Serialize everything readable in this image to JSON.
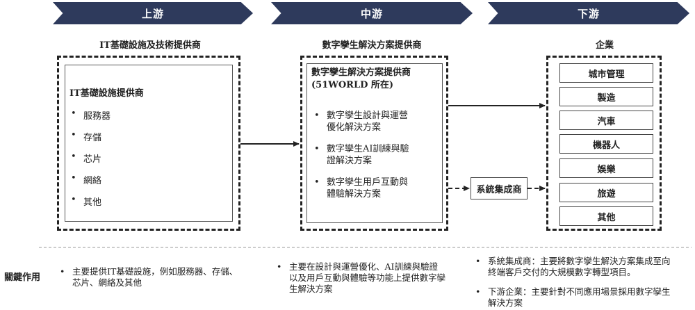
{
  "stages": {
    "upstream": "上游",
    "midstream": "中游",
    "downstream": "下游"
  },
  "column_titles": {
    "upstream": "IT基礎設施及技術提供商",
    "midstream": "數字孿生解決方案提供商",
    "downstream": "企業"
  },
  "upstream_box": {
    "title": "IT基礎設施提供商",
    "items": [
      "服務器",
      "存儲",
      "芯片",
      "網絡",
      "其他"
    ]
  },
  "midstream_box": {
    "title_line1": "數字孿生解決方案提供商",
    "title_line2": "(51WORLD 所在)",
    "items": [
      [
        "數字孿生設計與運營",
        "優化解決方案"
      ],
      [
        "數字孿生AI訓練與驗",
        "證解決方案"
      ],
      [
        "數字孿生用戶互動與",
        "體驗解決方案"
      ]
    ]
  },
  "system_integrator": "系統集成商",
  "enterprises": [
    "城市管理",
    "製造",
    "汽車",
    "機器人",
    "娛樂",
    "旅遊",
    "其他"
  ],
  "key_role": {
    "label": "關鍵作用",
    "upstream": [
      "主要提供IT基礎設施，例如服務器、存儲、",
      "芯片、網絡及其他"
    ],
    "midstream": [
      "主要在設計與運營優化、AI訓練與驗證",
      "以及用戶互動與體驗等功能上提供數字孿",
      "生解決方案"
    ],
    "downstream_1": [
      "系統集成商：主要將數字孿生解決方案集成至向",
      "終端客戶交付的大規模數字轉型項目。"
    ],
    "downstream_2": [
      "下游企業：主要針對不同應用場景採用數字孿生",
      "解決方案"
    ]
  },
  "colors": {
    "banner": "#2e3a5c",
    "arrow": "#222222"
  },
  "icons": {
    "arrow": "right-arrow-icon",
    "bullet": "bullet-icon"
  }
}
